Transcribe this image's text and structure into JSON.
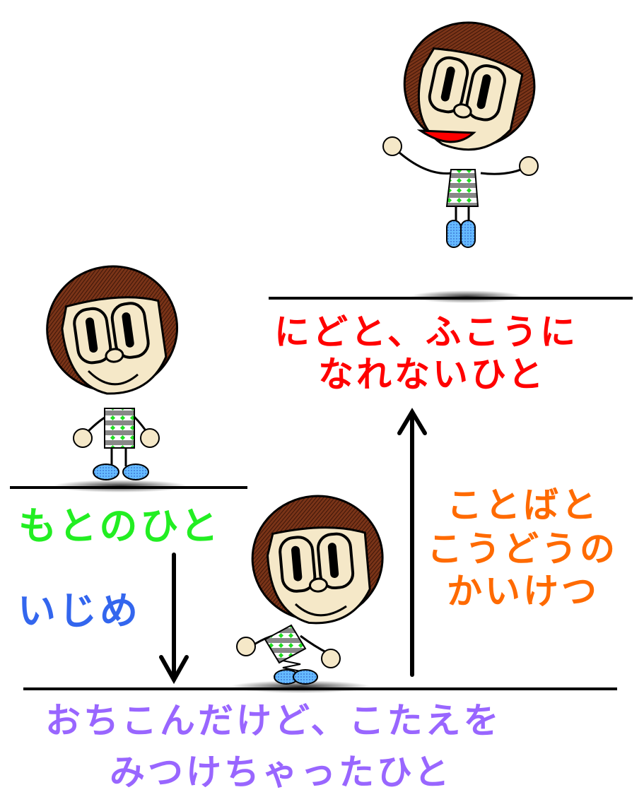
{
  "labels": {
    "top": [
      "にどと、ふこうに",
      "なれないひと"
    ],
    "original": "もとのひと",
    "bullying": "いじめ",
    "resolution": [
      "ことばと",
      "こうどうの",
      "かいけつ"
    ],
    "bottom": [
      "おちこんだけど、こたえを",
      "みつけちゃったひと"
    ]
  },
  "colors": {
    "top": "#ff0000",
    "original": "#22ee22",
    "bullying": "#3366ee",
    "resolution": "#ff6a00",
    "bottom": "#9966ff",
    "hair": "#6b2a14",
    "skin": "#f5e8c8",
    "shoes": "#66aaff",
    "dress": "#33cc66"
  }
}
